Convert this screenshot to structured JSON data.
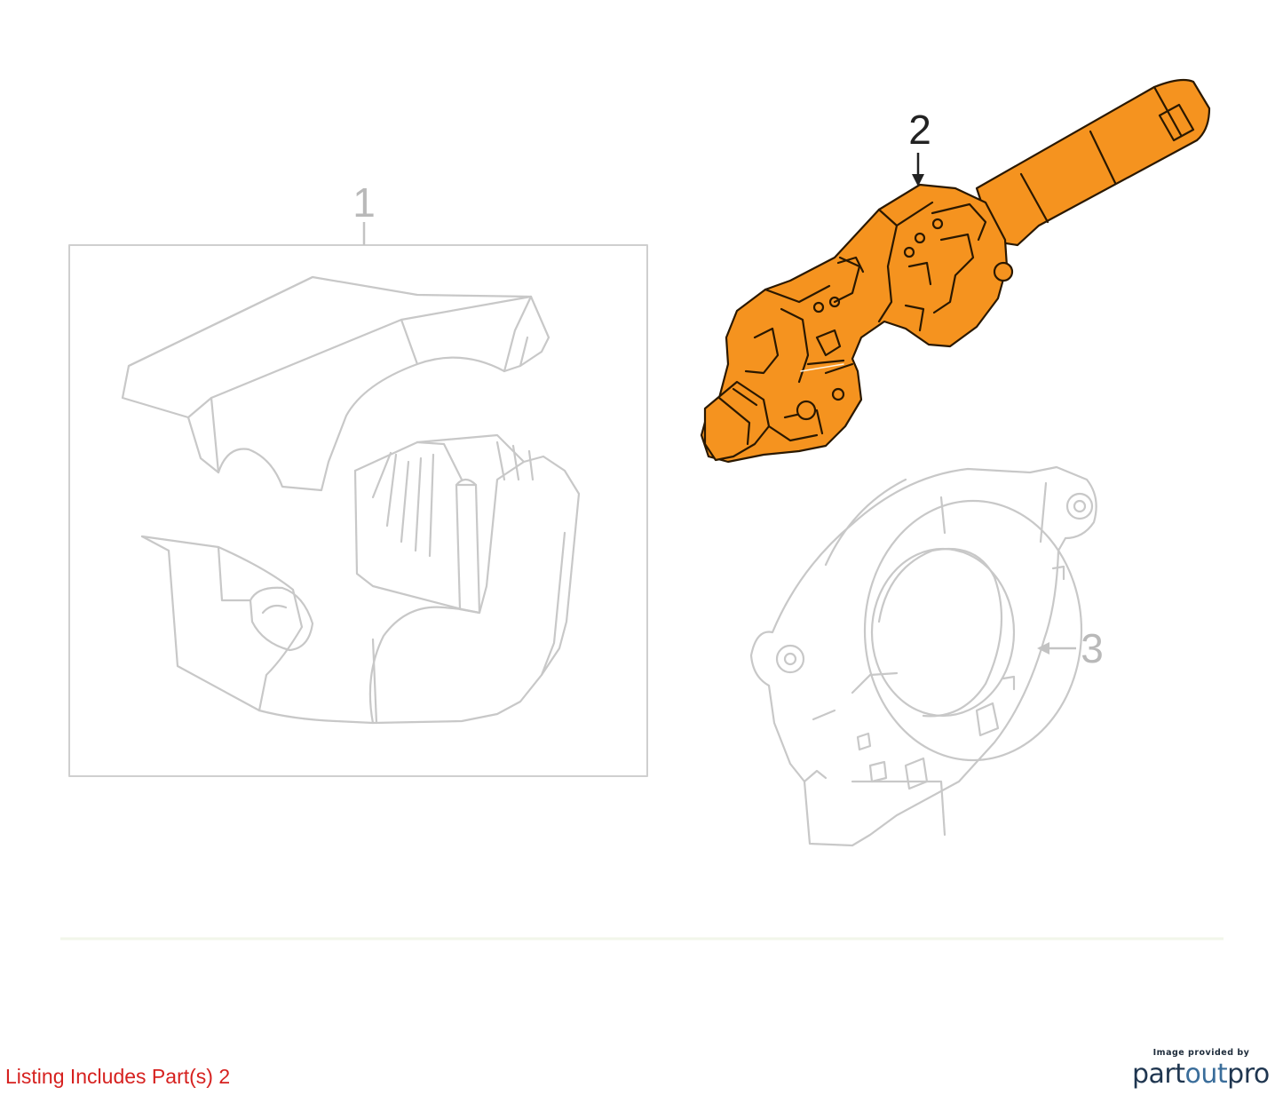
{
  "callouts": [
    {
      "number": "1"
    },
    {
      "number": "2"
    },
    {
      "number": "3"
    }
  ],
  "listing": {
    "text": "Listing Includes Part(s) 2"
  },
  "provider": {
    "caption": "Image provided by",
    "logo_part": "part",
    "logo_out": "out",
    "logo_pro": "pro"
  },
  "colors": {
    "highlight": "#f5931f",
    "highlight_line": "#2a1800",
    "ghost_line": "#c8c8c8",
    "callout_dark": "#222222",
    "callout_faded": "#b9b9b9",
    "listing_text": "#d6211f"
  }
}
